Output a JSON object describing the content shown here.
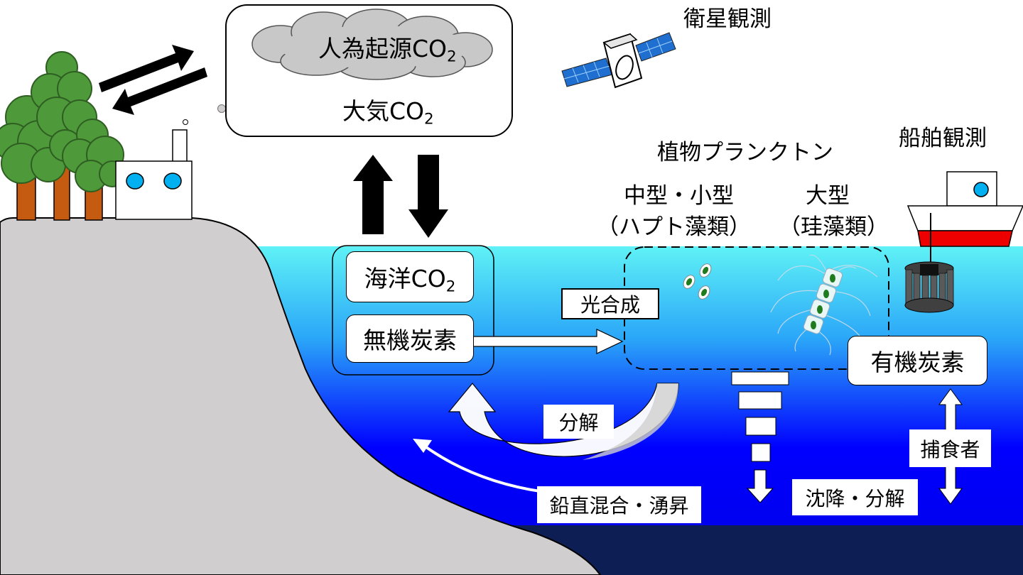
{
  "atmosphere": {
    "anthropogenic_co2": "人為起源CO",
    "atmospheric_co2": "大気CO",
    "subscript": "2"
  },
  "satellite": {
    "label": "衛星観測"
  },
  "ship": {
    "label": "船舶観測"
  },
  "phytoplankton": {
    "title": "植物プランクトン",
    "small_medium": {
      "size": "中型・小型",
      "group": "（ハプト藻類）"
    },
    "large": {
      "size": "大型",
      "group": "（珪藻類）"
    }
  },
  "ocean": {
    "ocean_co2": "海洋CO",
    "inorganic_carbon": "無機炭素",
    "organic_carbon": "有機炭素"
  },
  "processes": {
    "photosynthesis": "光合成",
    "decomposition": "分解",
    "vertical_mixing": "鉛直混合・湧昇",
    "sinking": "沈降・分解",
    "predators": "捕食者"
  },
  "colors": {
    "sky": "#ffffff",
    "ocean_surface": "#5ff2f6",
    "ocean_mid": "#0000ff",
    "deep_ocean": "#0d1e55",
    "land": "#d0cece",
    "tree_green": "#4e9a3a",
    "trunk": "#c55a11",
    "ship_red": "#ee0000",
    "satellite_panel": "#1f6fd1"
  }
}
